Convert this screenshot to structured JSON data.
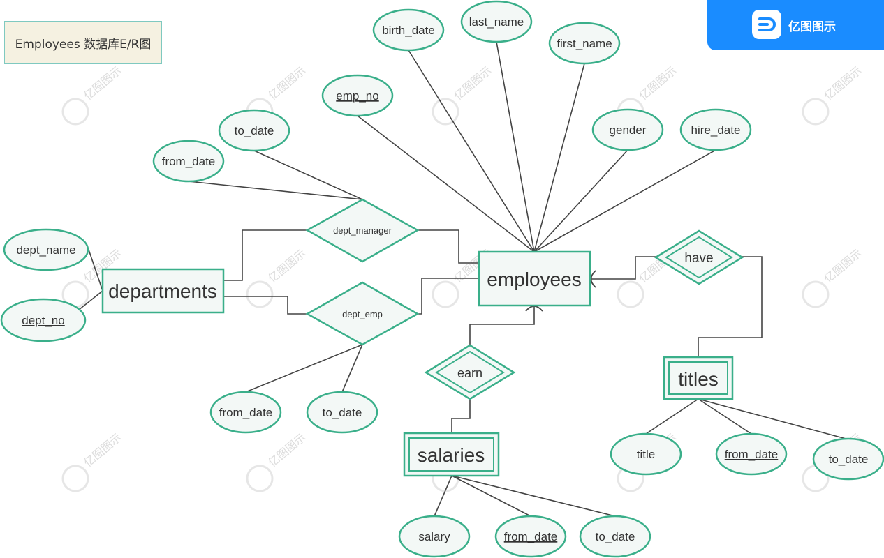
{
  "title": "Employees 数据库E/R图",
  "brand": {
    "name": "亿图图示",
    "logo_icon": "edraw-logo-icon"
  },
  "watermark": "亿图图示",
  "colors": {
    "accent": "#3aaf8a",
    "line": "#444444",
    "fill": "#f3f8f6",
    "brand": "#1a8cff"
  },
  "entities": {
    "employees": "employees",
    "departments": "departments",
    "titles": "titles",
    "salaries": "salaries"
  },
  "relationships": {
    "dept_manager": "dept_manager",
    "dept_emp": "dept_emp",
    "have": "have",
    "earn": "earn"
  },
  "attributes": {
    "emp_no": "emp_no",
    "birth_date": "birth_date",
    "last_name": "last_name",
    "first_name": "first_name",
    "gender": "gender",
    "hire_date": "hire_date",
    "dm_to_date": "to_date",
    "dm_from_date": "from_date",
    "dept_name": "dept_name",
    "dept_no": "dept_no",
    "de_from_date": "from_date",
    "de_to_date": "to_date",
    "title": "title",
    "t_from_date": "from_date",
    "t_to_date": "to_date",
    "salary": "salary",
    "s_from_date": "from_date",
    "s_to_date": "to_date"
  }
}
